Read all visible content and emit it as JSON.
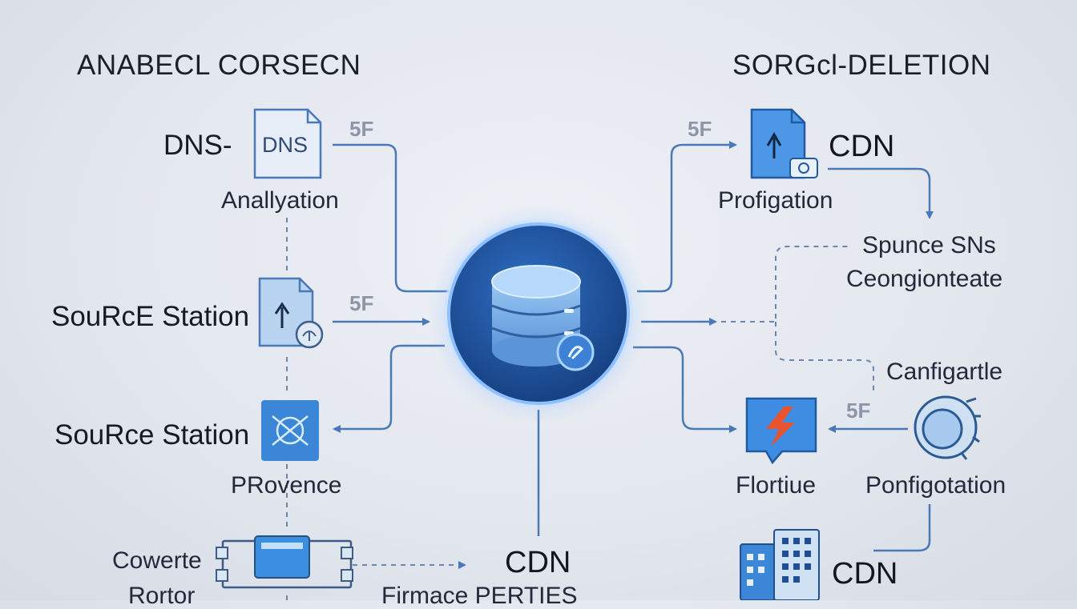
{
  "titles": {
    "left": "ANABECL CORSECN",
    "right": "SORGcl-DELETION"
  },
  "left_nodes": {
    "dns_prefix": "DNS-",
    "dns_doc_text": "DNS",
    "analysis": "Anallyation",
    "source_station_1": "SouRcE Station",
    "source_station_2": "SouRce Station",
    "provence": "PRovence",
    "cowerte": "Cowerte",
    "rortor": "Rortor"
  },
  "right_nodes": {
    "cdn_top": "CDN",
    "profigation": "Profigation",
    "spunce_line1": "Spunce SNs",
    "spunce_line2": "Ceongionteate",
    "canfigartle": "Canfigartle",
    "flortiue": "Flortiue",
    "ponfigotation": "Ponfigotation",
    "cdn_bottom": "CDN"
  },
  "bottom": {
    "cdn": "CDN",
    "firmace": "Firmace PERTIES"
  },
  "badges": {
    "left_top": "5F",
    "left_mid": "5F",
    "right_top": "5F",
    "right_mid": "5F"
  },
  "colors": {
    "accent": "#3d78c8",
    "hub_dark": "#1d4f98",
    "connector": "#4a79b8",
    "badge": "#8d96a6",
    "flame": "#e8542f"
  }
}
